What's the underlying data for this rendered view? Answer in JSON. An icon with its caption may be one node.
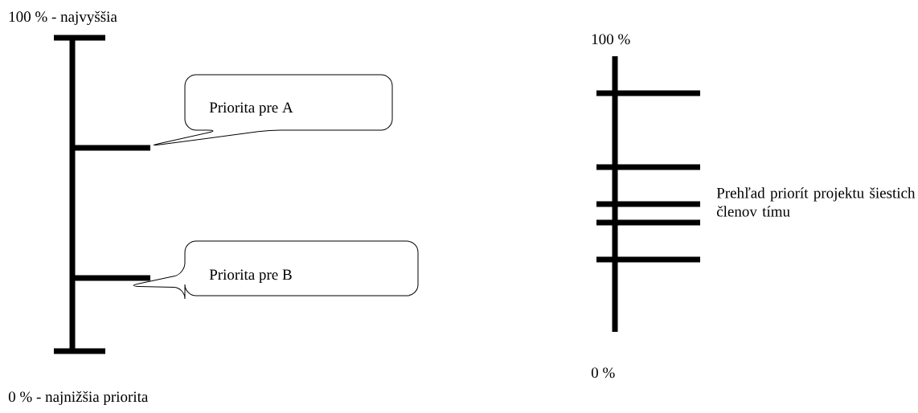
{
  "diagram": {
    "nodes": [
      {
        "text": [
          "Priorita pre A"
        ]
      },
      {
        "text": [
          "Priorita pre B"
        ]
      }
    ],
    "labels": [
      "100 % - najvyššia",
      "100   %",
      "Prehľad priorít projektu šiestich členov tímu",
      "0 %",
      "0 % - najnižšia priorita"
    ]
  }
}
